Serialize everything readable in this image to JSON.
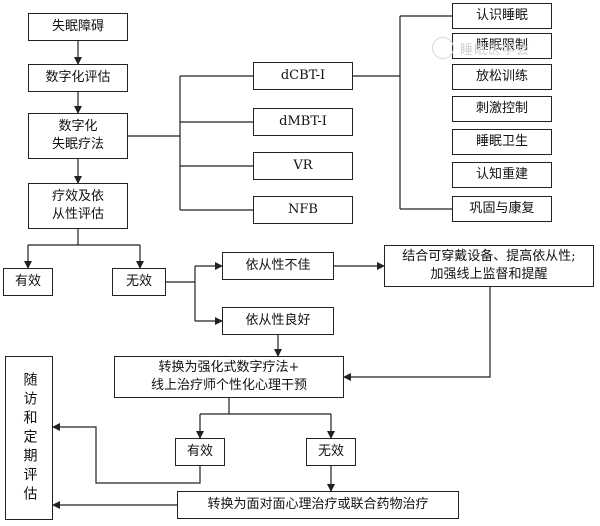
{
  "nodes": {
    "insomnia_disorder": "失眠障碍",
    "digital_assessment": "数字化评估",
    "digital_therapy": "数字化\n失眠疗法",
    "efficacy_adherence": "疗效及依\n从性评估",
    "dcbt": "dCBT-I",
    "dmbt": "dMBT-I",
    "vr": "VR",
    "nfb": "NFB",
    "sleep_cognition": "认识睡眠",
    "sleep_restriction": "睡眠限制",
    "relaxation": "放松训练",
    "stimulus_control": "刺激控制",
    "sleep_hygiene": "睡眠卫生",
    "cognitive_restructuring": "认知重建",
    "consolidation": "巩固与康复",
    "effective_1": "有效",
    "ineffective_1": "无效",
    "poor_adherence": "依从性不佳",
    "good_adherence": "依从性良好",
    "wearable": "结合可穿戴设备、提高依从性;\n加强线上监督和提醒",
    "intensified": "转换为强化式数字疗法+\n线上治疗师个性化心理干预",
    "effective_2": "有效",
    "ineffective_2": "无效",
    "face_to_face": "转换为面对面心理治疗或联合药物治疗",
    "follow_up": "随访和定期评估"
  },
  "edges": [
    [
      "insomnia_disorder",
      "digital_assessment"
    ],
    [
      "digital_assessment",
      "digital_therapy"
    ],
    [
      "digital_therapy",
      "efficacy_adherence"
    ],
    [
      "digital_therapy",
      "dcbt"
    ],
    [
      "digital_therapy",
      "dmbt"
    ],
    [
      "digital_therapy",
      "vr"
    ],
    [
      "digital_therapy",
      "nfb"
    ],
    [
      "dcbt",
      "sleep_cognition"
    ],
    [
      "dcbt",
      "sleep_restriction"
    ],
    [
      "dcbt",
      "relaxation"
    ],
    [
      "dcbt",
      "stimulus_control"
    ],
    [
      "dcbt",
      "sleep_hygiene"
    ],
    [
      "dcbt",
      "cognitive_restructuring"
    ],
    [
      "dcbt",
      "consolidation"
    ],
    [
      "efficacy_adherence",
      "effective_1"
    ],
    [
      "efficacy_adherence",
      "ineffective_1"
    ],
    [
      "ineffective_1",
      "poor_adherence"
    ],
    [
      "ineffective_1",
      "good_adherence"
    ],
    [
      "poor_adherence",
      "wearable"
    ],
    [
      "wearable",
      "intensified"
    ],
    [
      "good_adherence",
      "intensified"
    ],
    [
      "intensified",
      "effective_2"
    ],
    [
      "intensified",
      "ineffective_2"
    ],
    [
      "ineffective_2",
      "face_to_face"
    ],
    [
      "effective_2",
      "follow_up"
    ],
    [
      "face_to_face",
      "follow_up"
    ]
  ],
  "watermark": "睡眠医学会"
}
